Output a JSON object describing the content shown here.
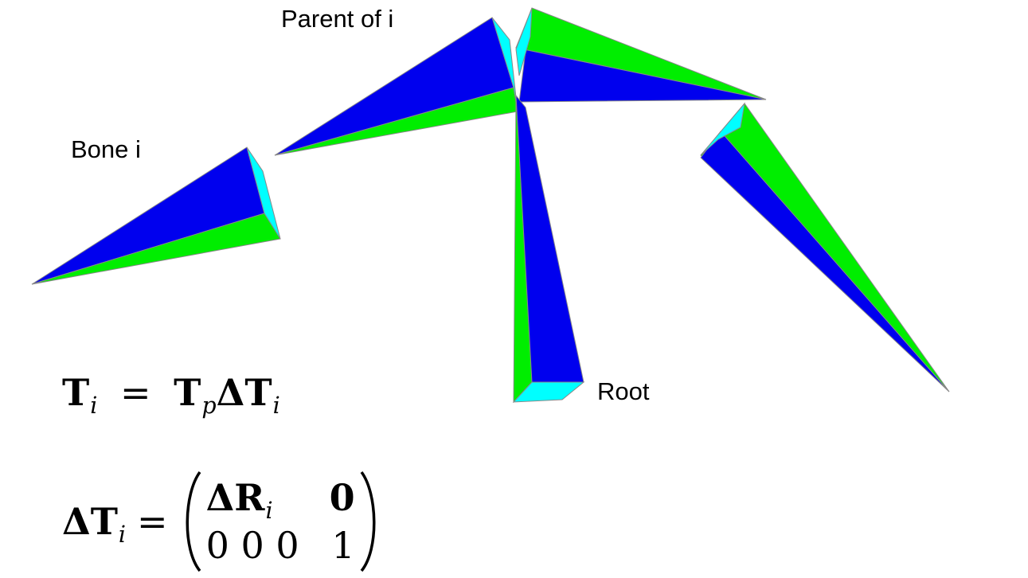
{
  "labels": {
    "parent": "Parent of i",
    "bone": "Bone i",
    "root": "Root"
  },
  "equation1": {
    "lhs_symbol": "T",
    "lhs_sub": "i",
    "equals": "=",
    "r1_symbol": "T",
    "r1_sub": "p",
    "r2_symbol": "ΔT",
    "r2_sub": "i"
  },
  "equation2": {
    "lhs_symbol": "ΔT",
    "lhs_sub": "i",
    "equals": "=",
    "m11_symbol": "ΔR",
    "m11_sub": "i",
    "m12": "0",
    "m21": "0 0 0",
    "m22": "1"
  },
  "colors": {
    "face_blue": "#0000ee",
    "face_green": "#00ee00",
    "face_cyan": "#00ffff",
    "edge": "#888888"
  }
}
